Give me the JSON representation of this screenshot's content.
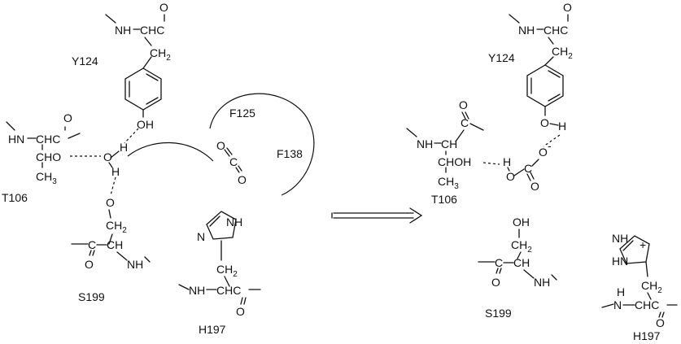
{
  "residues": {
    "left": {
      "y124": "Y124",
      "t106": "T106",
      "s199": "S199",
      "h197": "H197",
      "f125": "F125",
      "f138": "F138"
    },
    "right": {
      "y124": "Y124",
      "t106": "T106",
      "s199": "S199",
      "h197": "H197"
    }
  },
  "atoms": {
    "O": "O",
    "OH": "OH",
    "H": "H",
    "NH": "NH",
    "HN": "HN",
    "N": "N",
    "C": "C",
    "CH": "CH",
    "CHC": "CHC",
    "CHO": "CHO",
    "CH2": "CH",
    "CH3": "CH",
    "CHOH": "CHOH",
    "two": "2",
    "three": "3",
    "minus": "-",
    "plus": "+"
  },
  "arrow": "reaction-arrow"
}
